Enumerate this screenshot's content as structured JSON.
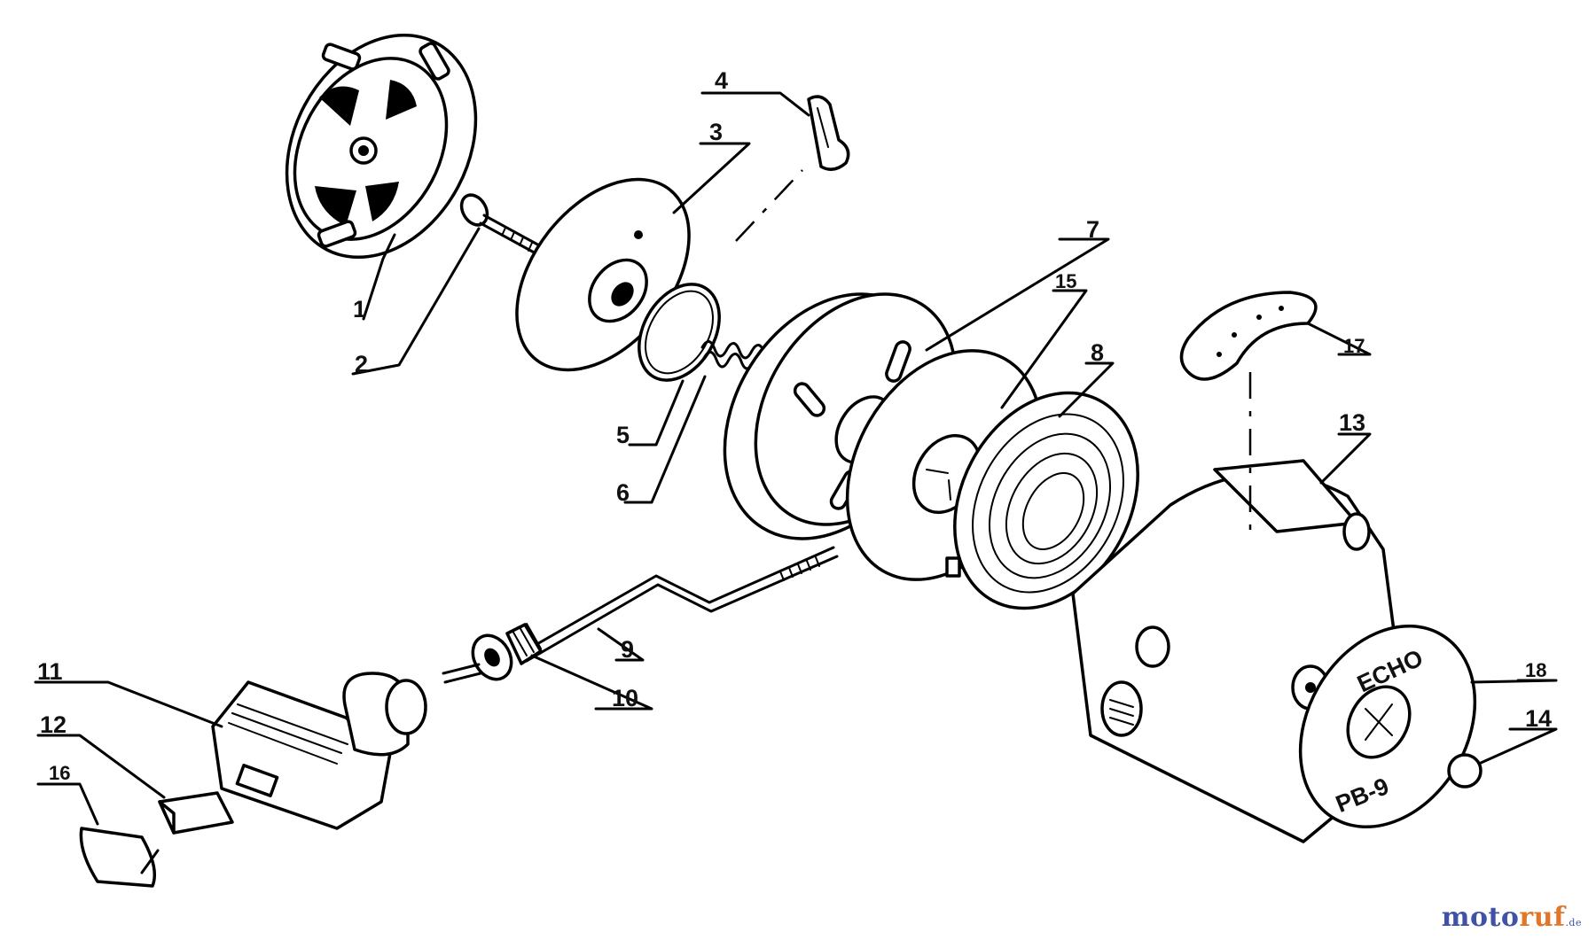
{
  "callouts": {
    "p1": "1",
    "p2": "2",
    "p3": "3",
    "p4": "4",
    "p5": "5",
    "p6": "6",
    "p7": "7",
    "p8": "8",
    "p9": "9",
    "p10": "10",
    "p11": "11",
    "p12": "12",
    "p13": "13",
    "p14": "14",
    "p15": "15",
    "p16": "16",
    "p17": "17",
    "p18": "18"
  },
  "cover_text": {
    "brand": "ECHO",
    "model": "PB-9"
  },
  "watermark": {
    "part1": "moto",
    "part2": "ruf",
    "part3": ".de"
  }
}
